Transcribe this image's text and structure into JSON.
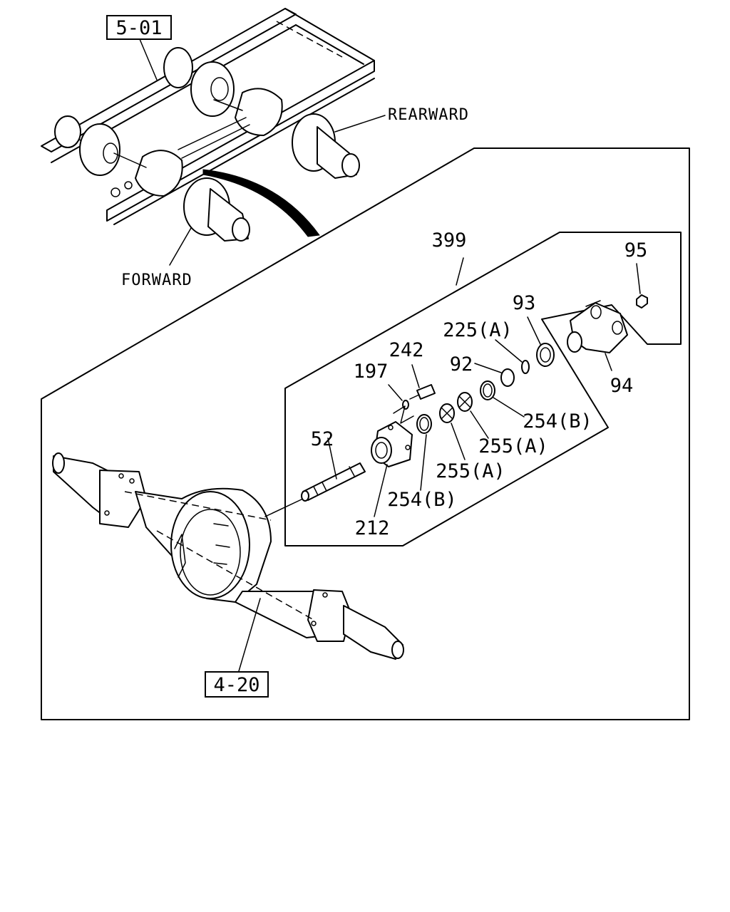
{
  "diagram": {
    "reference_boxes": {
      "top": "5-01",
      "bottom": "4-20"
    },
    "direction_labels": {
      "rear": "REARWARD",
      "front": "FORWARD"
    },
    "part_labels": {
      "assembly": "399",
      "p95": "95",
      "p93": "93",
      "p225a": "225(A)",
      "p242": "242",
      "p92": "92",
      "p94": "94",
      "p197": "197",
      "p254b_upper": "254(B)",
      "p255a_upper": "255(A)",
      "p52": "52",
      "p255a_lower": "255(A)",
      "p254b_lower": "254(B)",
      "p212": "212"
    }
  }
}
